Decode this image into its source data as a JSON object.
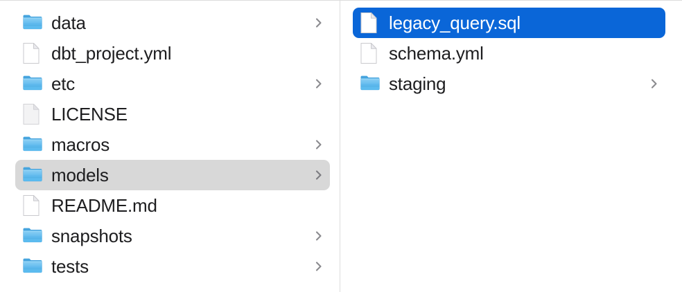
{
  "window": {
    "view_mode": "column-view",
    "accent_color": "#0a66d8",
    "inactive_selection_color": "#d8d8d8",
    "background_color": "#ffffff",
    "divider_color": "#dddddd"
  },
  "columns": [
    {
      "name": "parent-directory-column",
      "items": [
        {
          "label": "data",
          "kind": "folder",
          "icon": "folder-icon",
          "has_chevron": true,
          "selected": false,
          "selection_state": "none"
        },
        {
          "label": "dbt_project.yml",
          "kind": "file",
          "icon": "document-icon",
          "has_chevron": false,
          "selected": false,
          "selection_state": "none"
        },
        {
          "label": "etc",
          "kind": "folder",
          "icon": "folder-icon",
          "has_chevron": true,
          "selected": false,
          "selection_state": "none"
        },
        {
          "label": "LICENSE",
          "kind": "generic-file",
          "icon": "plain-document-icon",
          "has_chevron": false,
          "selected": false,
          "selection_state": "none"
        },
        {
          "label": "macros",
          "kind": "folder",
          "icon": "folder-icon",
          "has_chevron": true,
          "selected": false,
          "selection_state": "none"
        },
        {
          "label": "models",
          "kind": "folder",
          "icon": "folder-icon",
          "has_chevron": true,
          "selected": true,
          "selection_state": "inactive"
        },
        {
          "label": "README.md",
          "kind": "file",
          "icon": "document-icon",
          "has_chevron": false,
          "selected": false,
          "selection_state": "none"
        },
        {
          "label": "snapshots",
          "kind": "folder",
          "icon": "folder-icon",
          "has_chevron": true,
          "selected": false,
          "selection_state": "none"
        },
        {
          "label": "tests",
          "kind": "folder",
          "icon": "folder-icon",
          "has_chevron": true,
          "selected": false,
          "selection_state": "none"
        }
      ]
    },
    {
      "name": "models-directory-column",
      "items": [
        {
          "label": "legacy_query.sql",
          "kind": "file",
          "icon": "document-icon",
          "has_chevron": false,
          "selected": true,
          "selection_state": "active"
        },
        {
          "label": "schema.yml",
          "kind": "file",
          "icon": "document-icon",
          "has_chevron": false,
          "selected": false,
          "selection_state": "none"
        },
        {
          "label": "staging",
          "kind": "folder",
          "icon": "folder-icon",
          "has_chevron": true,
          "selected": false,
          "selection_state": "none"
        }
      ]
    }
  ]
}
